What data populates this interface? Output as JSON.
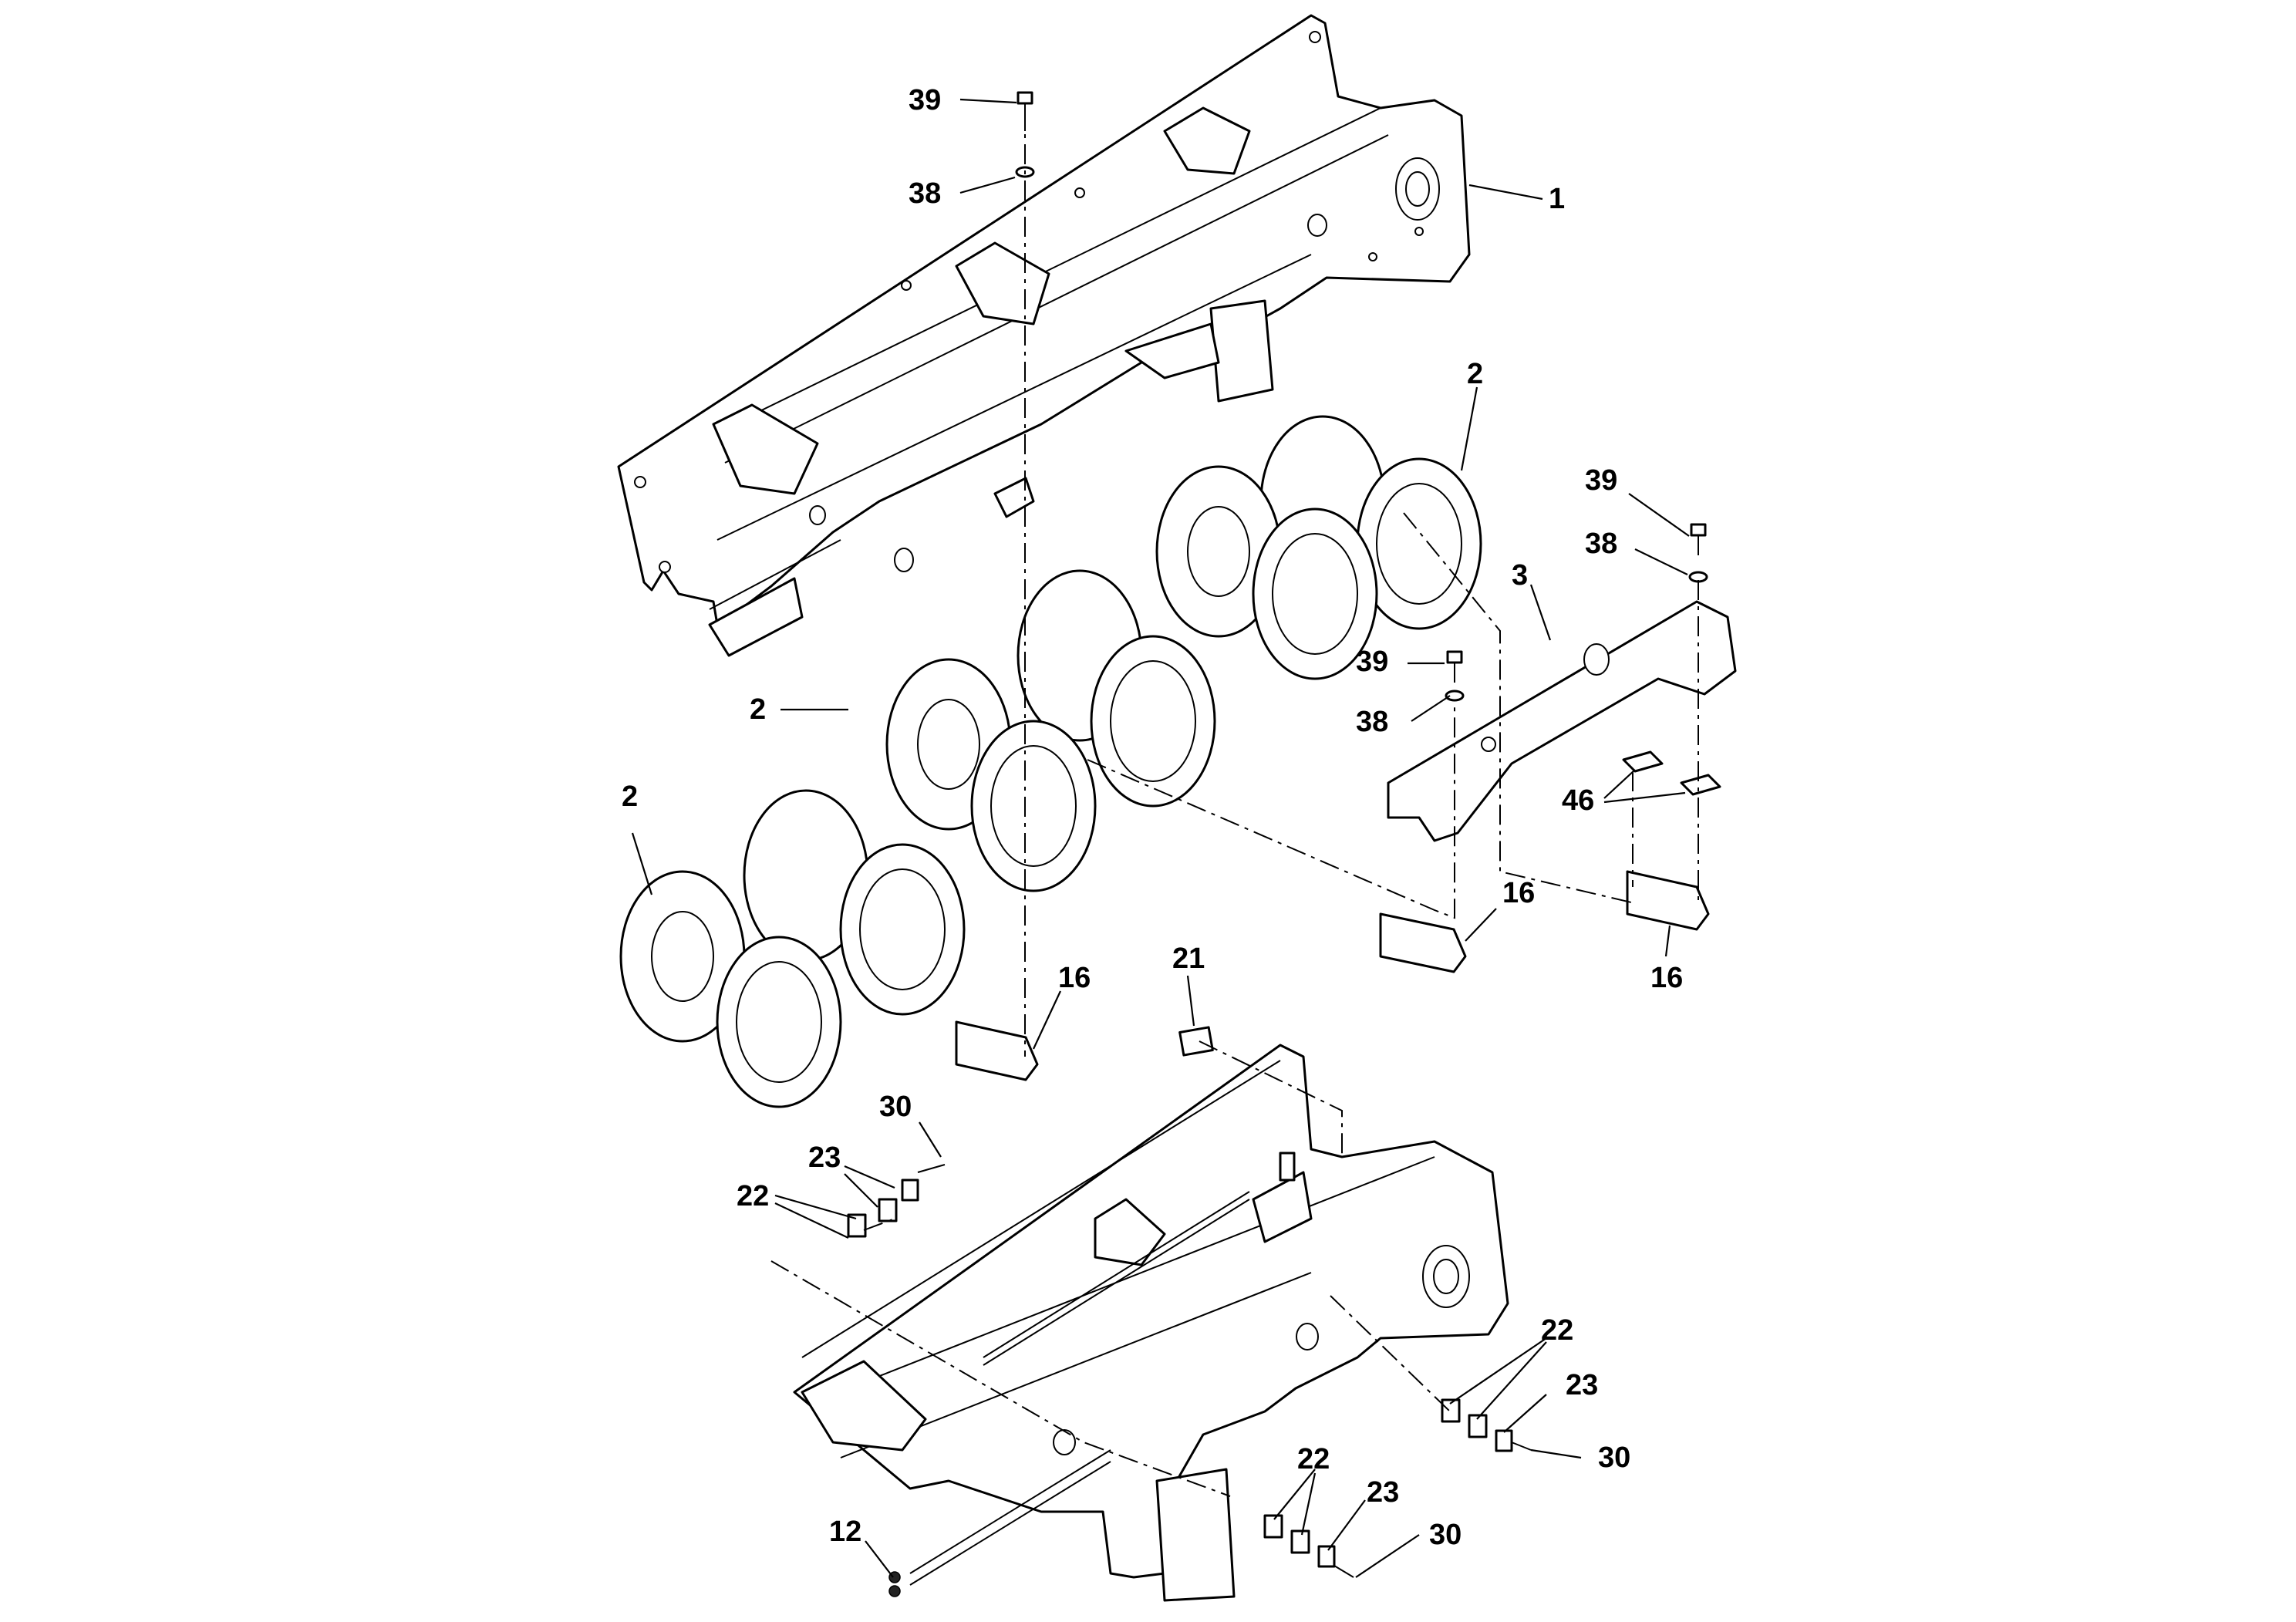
{
  "callouts": {
    "c1": "1",
    "c2a": "2",
    "c2b": "2",
    "c2c": "2",
    "c3": "3",
    "c12": "12",
    "c16a": "16",
    "c16b": "16",
    "c16c": "16",
    "c21": "21",
    "c22a": "22",
    "c22b": "22",
    "c22c": "22",
    "c23a": "23",
    "c23b": "23",
    "c23c": "23",
    "c30a": "30",
    "c30b": "30",
    "c30c": "30",
    "c38a": "38",
    "c38b": "38",
    "c38c": "38",
    "c39a": "39",
    "c39b": "39",
    "c39c": "39",
    "c46": "46"
  }
}
